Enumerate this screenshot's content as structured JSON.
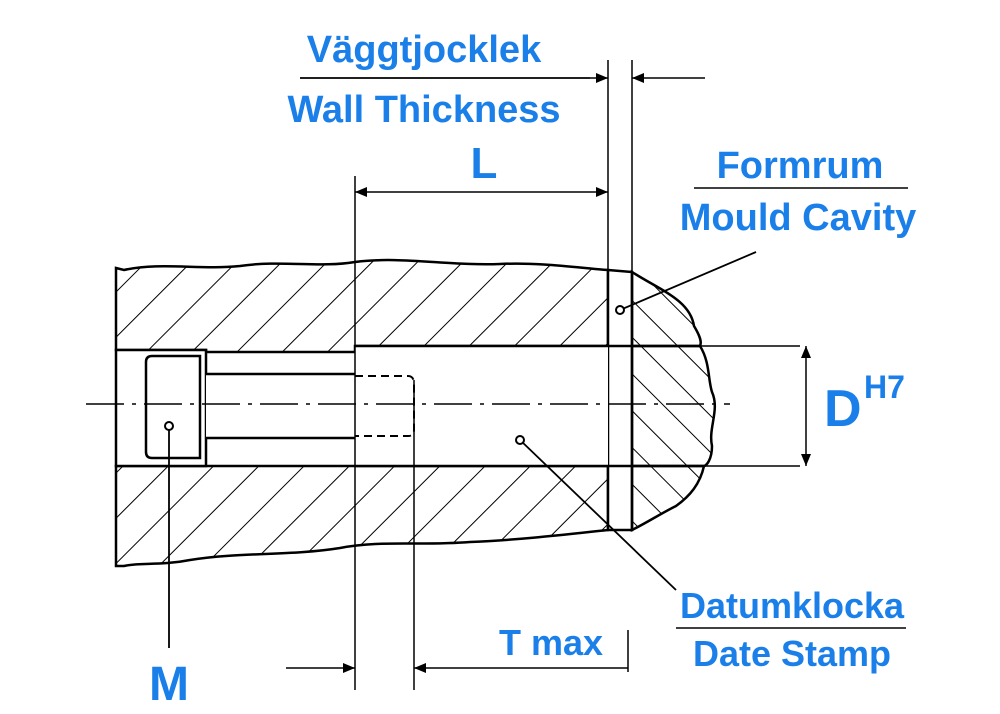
{
  "labels": {
    "wall_thickness_sv": "Väggtjocklek",
    "wall_thickness_en": "Wall Thickness",
    "length": "L",
    "mould_cavity_sv": "Formrum",
    "mould_cavity_en": "Mould Cavity",
    "diameter": "D",
    "diameter_tolerance": "H7",
    "thread": "M",
    "t_max": "T max",
    "date_stamp_sv": "Datumklocka",
    "date_stamp_en": "Date Stamp"
  },
  "colors": {
    "label": "#1a7fe8",
    "line": "#000000",
    "background": "#ffffff"
  }
}
